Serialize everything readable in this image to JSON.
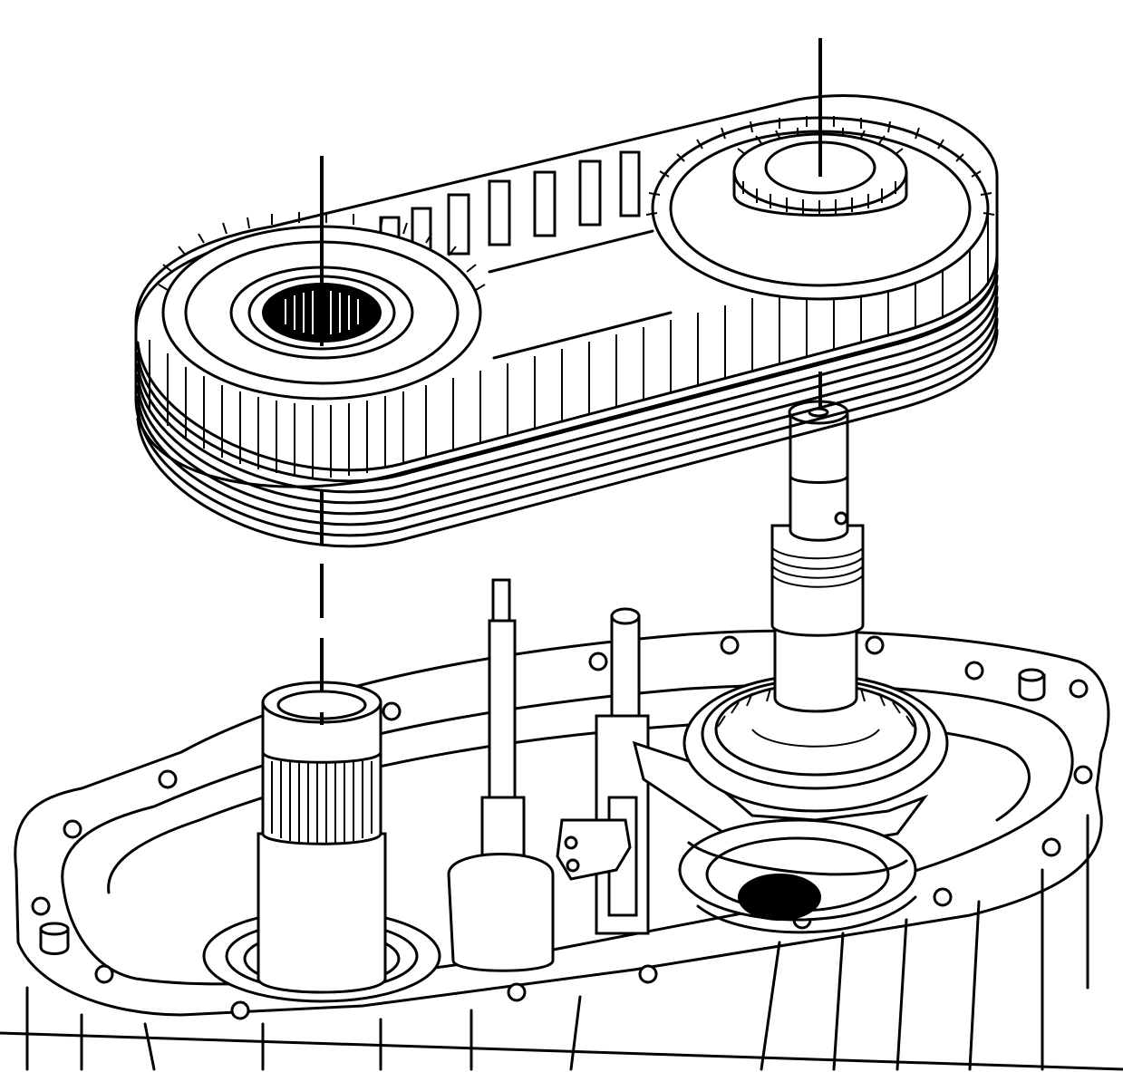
{
  "figure": {
    "kind": "exploded-view line drawing",
    "ink_color": "#000000",
    "paper_color": "#ffffff",
    "components": [
      "drive-chain",
      "front-output-sprocket",
      "rear-output-sprocket",
      "front-output-shaft",
      "mainshaft",
      "shift-rail",
      "shift-fork",
      "transfer-case-housing"
    ],
    "icons": [
      "alignment-line",
      "dashed-alignment-line"
    ]
  }
}
